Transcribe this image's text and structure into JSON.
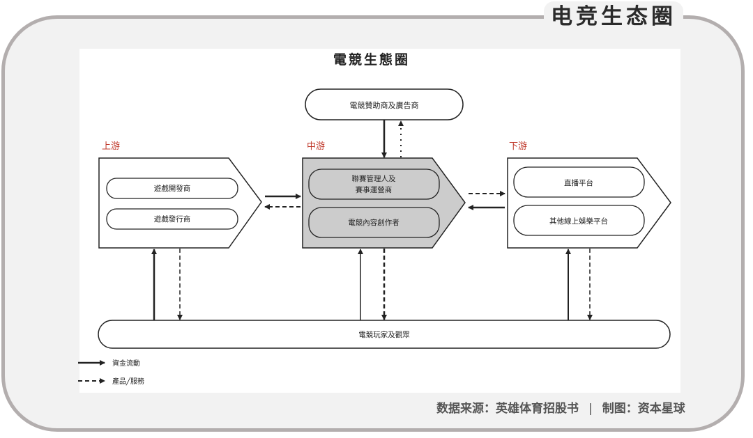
{
  "header": {
    "title": "电竞生态圈"
  },
  "diagram": {
    "title": "電競生態圈",
    "sponsor": "電競贊助商及廣告商",
    "stages": {
      "upstream": {
        "label": "上游",
        "items": [
          "遊戲開發商",
          "遊戲發行商"
        ]
      },
      "midstream": {
        "label": "中游",
        "items": [
          "聯賽管理人及",
          "賽事運營商",
          "電競內容創作者"
        ]
      },
      "downstream": {
        "label": "下游",
        "items": [
          "直播平台",
          "其他線上娛樂平台"
        ]
      }
    },
    "players": "電競玩家及觀眾",
    "legend": {
      "money": "資金流動",
      "product": "產品╱服務"
    }
  },
  "footer": {
    "source": "数据来源：英雄体育招股书",
    "separator": "|",
    "credit": "制图：资本星球"
  },
  "colors": {
    "stage_label": "#c0392b",
    "mid_fill": "#cccccc",
    "frame": "#b3aeae"
  }
}
